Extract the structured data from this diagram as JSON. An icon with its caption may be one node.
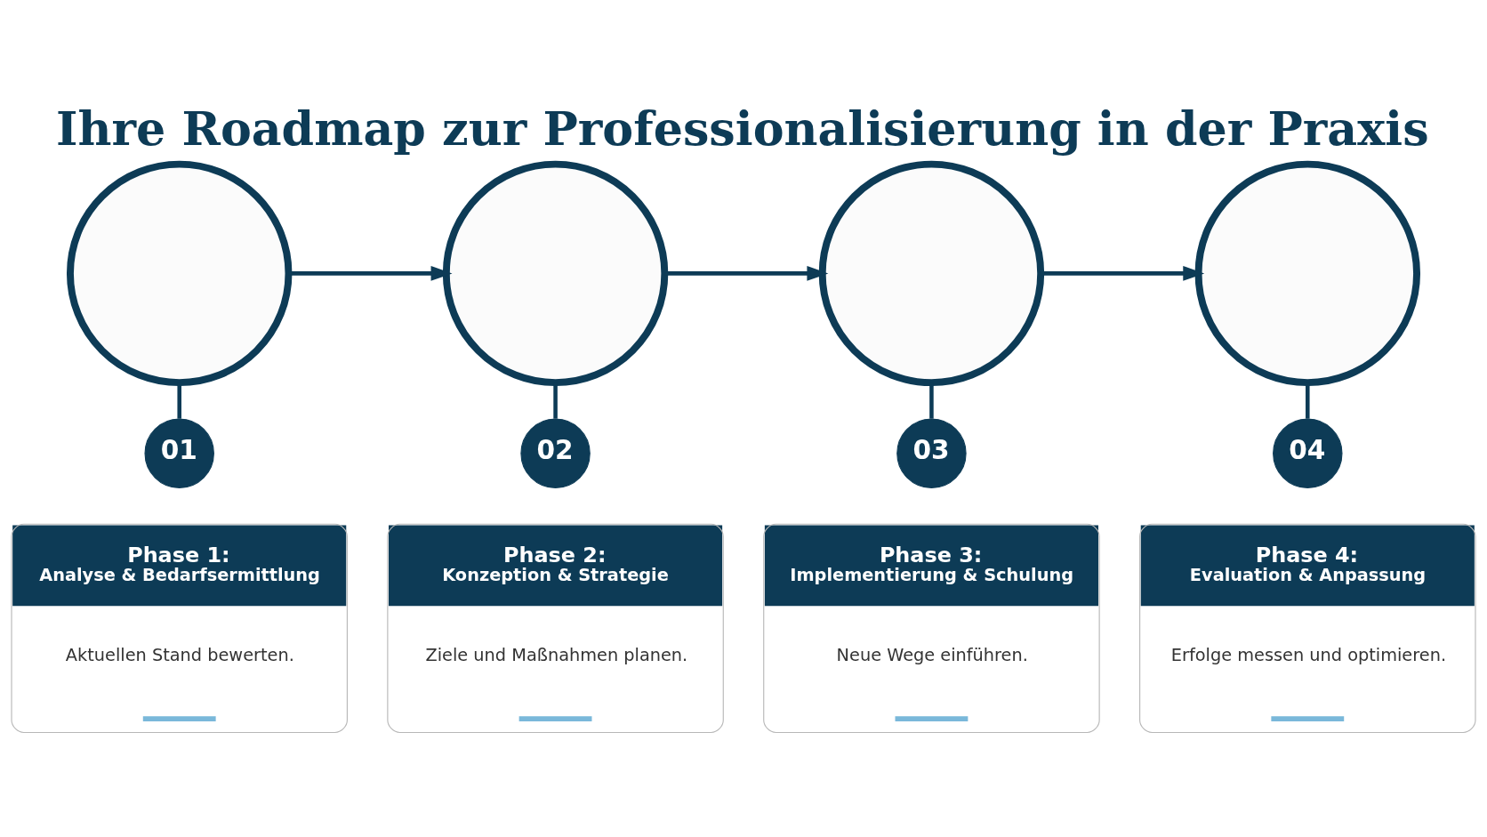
{
  "diagram": {
    "title": "Ihre Roadmap zur Professionalisierung in der Praxis",
    "nodes": [
      {
        "text": [],
        "shape": "circle"
      },
      {
        "text": [],
        "shape": "circle"
      },
      {
        "text": [],
        "shape": "circle"
      },
      {
        "text": [],
        "shape": "circle"
      },
      {
        "text": [
          "01"
        ]
      },
      {
        "text": [
          "02"
        ]
      },
      {
        "text": [
          "03"
        ]
      },
      {
        "text": [
          "04"
        ]
      },
      {
        "text": [
          "Phase 1:",
          "Analyse & Bedarfsermittlung",
          "Aktuellen Stand bewerten."
        ]
      },
      {
        "text": [
          "Phase 2:",
          "Konzeption & Strategie",
          "Ziele und Maßnahmen planen."
        ]
      },
      {
        "text": [
          "Phase 3:",
          "Implementierung & Schulung",
          "Neue Wege einführen."
        ]
      },
      {
        "text": [
          "Phase 4:",
          "Evaluation & Anpassung",
          "Erfolge messen und optimieren."
        ]
      }
    ],
    "edges": [
      {
        "from": 0,
        "to": 1,
        "arrow": "to"
      },
      {
        "from": 1,
        "to": 2,
        "arrow": "to"
      },
      {
        "from": 2,
        "to": 3,
        "arrow": "to"
      },
      {
        "from": 0,
        "to": 4,
        "arrow": "none"
      },
      {
        "from": 1,
        "to": 5,
        "arrow": "none"
      },
      {
        "from": 2,
        "to": 6,
        "arrow": "none"
      },
      {
        "from": 3,
        "to": 7,
        "arrow": "none"
      }
    ]
  }
}
